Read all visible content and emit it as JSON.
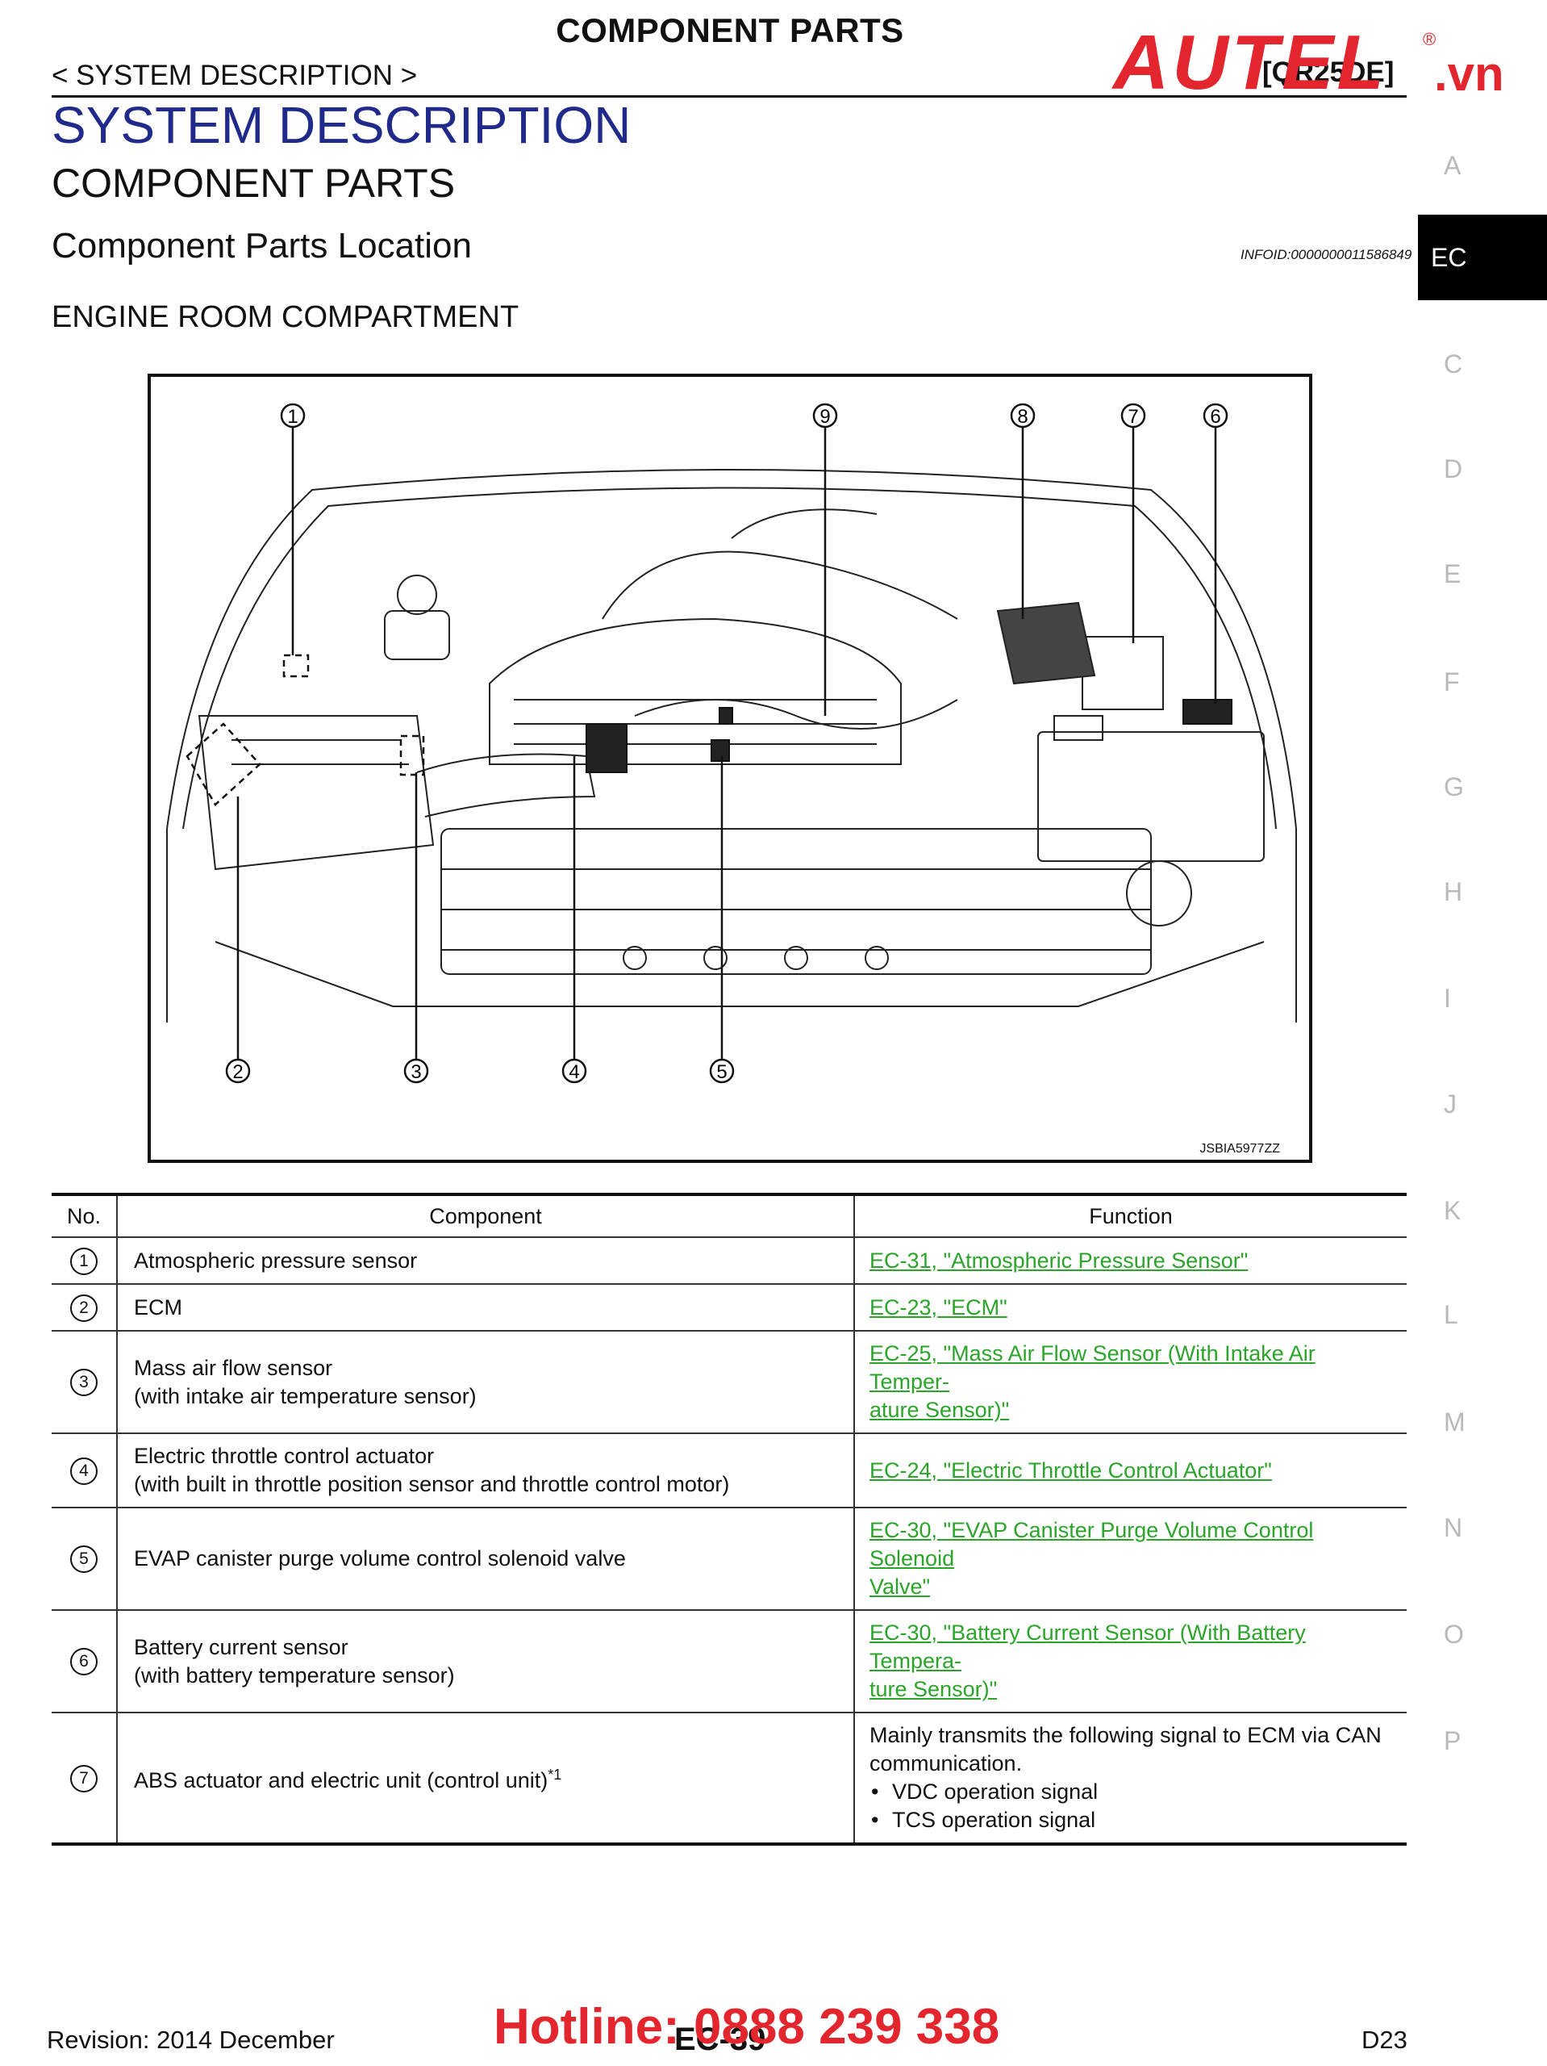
{
  "header": {
    "title": "COMPONENT PARTS",
    "crumb": "< SYSTEM DESCRIPTION >",
    "model": "[QR25DE]"
  },
  "logo": {
    "brand": "AUTEL",
    "tld": ".vn",
    "reg": "®"
  },
  "headings": {
    "system": "SYSTEM DESCRIPTION",
    "component_parts": "COMPONENT PARTS",
    "location": "Component  Parts  Location",
    "infoid": "INFOID:0000000011586849",
    "engine_room": "ENGINE ROOM COMPARTMENT"
  },
  "tabs": [
    "A",
    "EC",
    "C",
    "D",
    "E",
    "F",
    "G",
    "H",
    "I",
    "J",
    "K",
    "L",
    "M",
    "N",
    "O",
    "P"
  ],
  "figure": {
    "code": "JSBIA5977ZZ",
    "callouts": [
      "1",
      "2",
      "3",
      "4",
      "5",
      "6",
      "7",
      "8",
      "9"
    ]
  },
  "table": {
    "headers": [
      "No.",
      "Component",
      "Function"
    ],
    "rows": [
      {
        "no": "1",
        "component": [
          "Atmospheric pressure sensor"
        ],
        "function_link": [
          "EC-31, \"Atmospheric Pressure Sensor\""
        ]
      },
      {
        "no": "2",
        "component": [
          "ECM"
        ],
        "function_link": [
          "EC-23, \"ECM\""
        ]
      },
      {
        "no": "3",
        "component": [
          "Mass air flow sensor",
          "(with intake air temperature sensor)"
        ],
        "function_link": [
          "EC-25, \"Mass Air Flow Sensor (With Intake Air Temper-",
          "ature Sensor)\""
        ]
      },
      {
        "no": "4",
        "component": [
          "Electric throttle control actuator",
          "(with built in throttle position sensor and throttle control motor)"
        ],
        "function_link": [
          "EC-24, \"Electric Throttle Control Actuator\""
        ]
      },
      {
        "no": "5",
        "component": [
          "EVAP canister purge volume control solenoid valve"
        ],
        "function_link": [
          "EC-30, \"EVAP Canister Purge Volume Control Solenoid ",
          "Valve\""
        ]
      },
      {
        "no": "6",
        "component": [
          "Battery current sensor",
          "(with battery temperature sensor)"
        ],
        "function_link": [
          "EC-30, \"Battery Current Sensor (With Battery Tempera-",
          "ture Sensor)\""
        ]
      },
      {
        "no": "7",
        "component": [
          "ABS actuator and electric unit (control unit)"
        ],
        "component_sup": "*1",
        "function_text": [
          "Mainly transmits the following signal to ECM via CAN",
          "communication."
        ],
        "function_bullets": [
          "VDC operation signal",
          "TCS operation signal"
        ]
      }
    ]
  },
  "footer": {
    "revision": "Revision: 2014 December",
    "page": "EC-39",
    "hotline": "Hotline: 0888 239 338",
    "code": "D23"
  },
  "colors": {
    "heading_blue": "#1f2a8a",
    "link_green": "#2aa52a",
    "brand_red": "#e3262d"
  }
}
